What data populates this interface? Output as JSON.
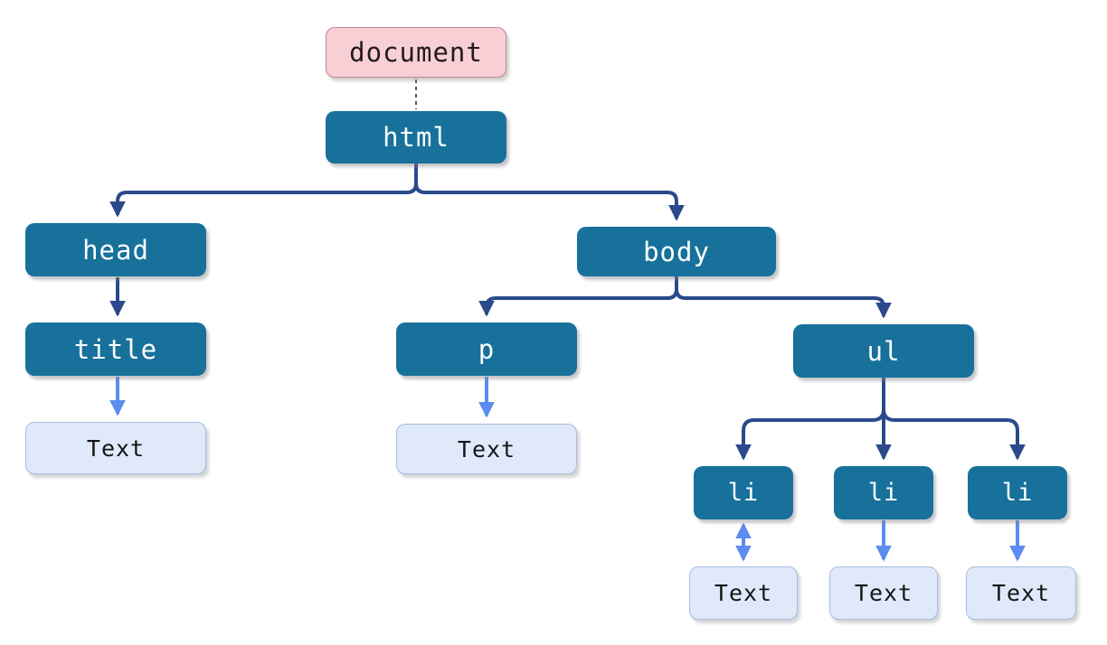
{
  "diagram_type": "dom-tree",
  "colors": {
    "background": "#ffffff",
    "element_fill": "#17719b",
    "element_text": "#ffffff",
    "document_fill": "#f8cfd5",
    "document_border": "#c9808c",
    "document_text": "#221a1b",
    "text_node_fill": "#dfe9fa",
    "text_node_border": "#a9bcdc",
    "text_node_text": "#141414",
    "connector_dark": "#2b4a8b",
    "connector_light": "#5c8cf0",
    "connector_dashed": "#2b2b2b"
  },
  "nodes": {
    "document": {
      "label": "document",
      "kind": "document-root"
    },
    "html": {
      "label": "html",
      "kind": "element"
    },
    "head": {
      "label": "head",
      "kind": "element"
    },
    "body": {
      "label": "body",
      "kind": "element"
    },
    "title": {
      "label": "title",
      "kind": "element"
    },
    "p": {
      "label": "p",
      "kind": "element"
    },
    "ul": {
      "label": "ul",
      "kind": "element"
    },
    "li_1": {
      "label": "li",
      "kind": "element"
    },
    "li_2": {
      "label": "li",
      "kind": "element"
    },
    "li_3": {
      "label": "li",
      "kind": "element"
    },
    "text_title": {
      "label": "Text",
      "kind": "text-node"
    },
    "text_p": {
      "label": "Text",
      "kind": "text-node"
    },
    "text_li_1": {
      "label": "Text",
      "kind": "text-node"
    },
    "text_li_2": {
      "label": "Text",
      "kind": "text-node"
    },
    "text_li_3": {
      "label": "Text",
      "kind": "text-node"
    }
  },
  "edges": [
    {
      "from": "document",
      "to": "html",
      "style": "dashed",
      "arrow": "none"
    },
    {
      "from": "html",
      "to": "head",
      "style": "dark",
      "arrow": "end"
    },
    {
      "from": "html",
      "to": "body",
      "style": "dark",
      "arrow": "end"
    },
    {
      "from": "head",
      "to": "title",
      "style": "dark",
      "arrow": "end"
    },
    {
      "from": "title",
      "to": "text_title",
      "style": "light",
      "arrow": "end"
    },
    {
      "from": "body",
      "to": "p",
      "style": "dark",
      "arrow": "end"
    },
    {
      "from": "body",
      "to": "ul",
      "style": "dark",
      "arrow": "end"
    },
    {
      "from": "p",
      "to": "text_p",
      "style": "light",
      "arrow": "end"
    },
    {
      "from": "ul",
      "to": "li_1",
      "style": "dark",
      "arrow": "end"
    },
    {
      "from": "ul",
      "to": "li_2",
      "style": "dark",
      "arrow": "end"
    },
    {
      "from": "ul",
      "to": "li_3",
      "style": "dark",
      "arrow": "end"
    },
    {
      "from": "li_1",
      "to": "text_li_1",
      "style": "light",
      "arrow": "both"
    },
    {
      "from": "li_2",
      "to": "text_li_2",
      "style": "light",
      "arrow": "end"
    },
    {
      "from": "li_3",
      "to": "text_li_3",
      "style": "light",
      "arrow": "end"
    }
  ]
}
